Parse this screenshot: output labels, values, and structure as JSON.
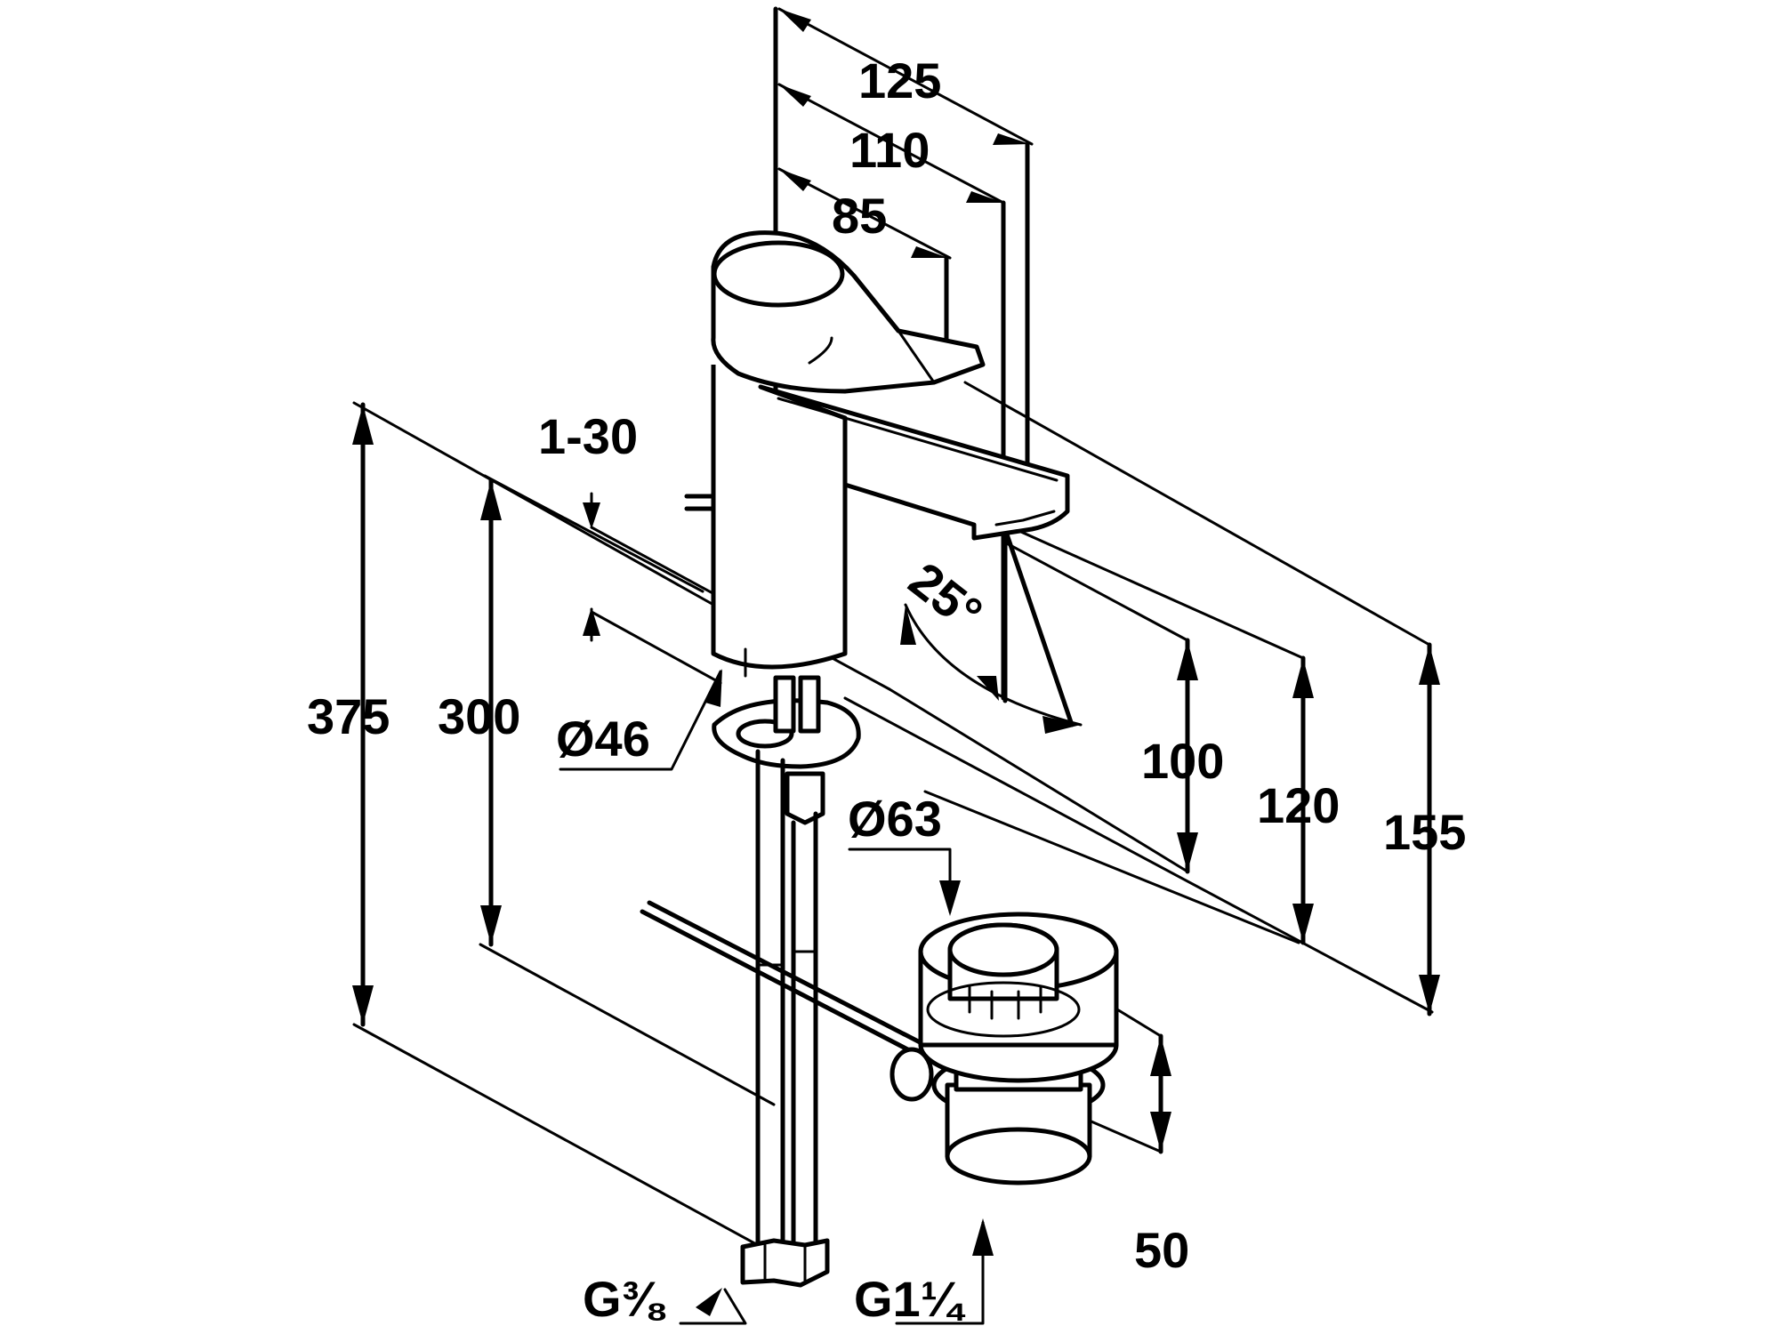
{
  "dimensions": {
    "depth_125": "125",
    "depth_110": "110",
    "depth_85": "85",
    "panel_thickness": "1-30",
    "height_375": "375",
    "height_300": "300",
    "hole_diameter": "Ø46",
    "waste_diameter": "Ø63",
    "spout_height_100": "100",
    "height_120": "120",
    "height_155": "155",
    "angle": "25°",
    "waste_height": "50",
    "thread_supply": "G⅜",
    "thread_waste": "G1¼"
  }
}
